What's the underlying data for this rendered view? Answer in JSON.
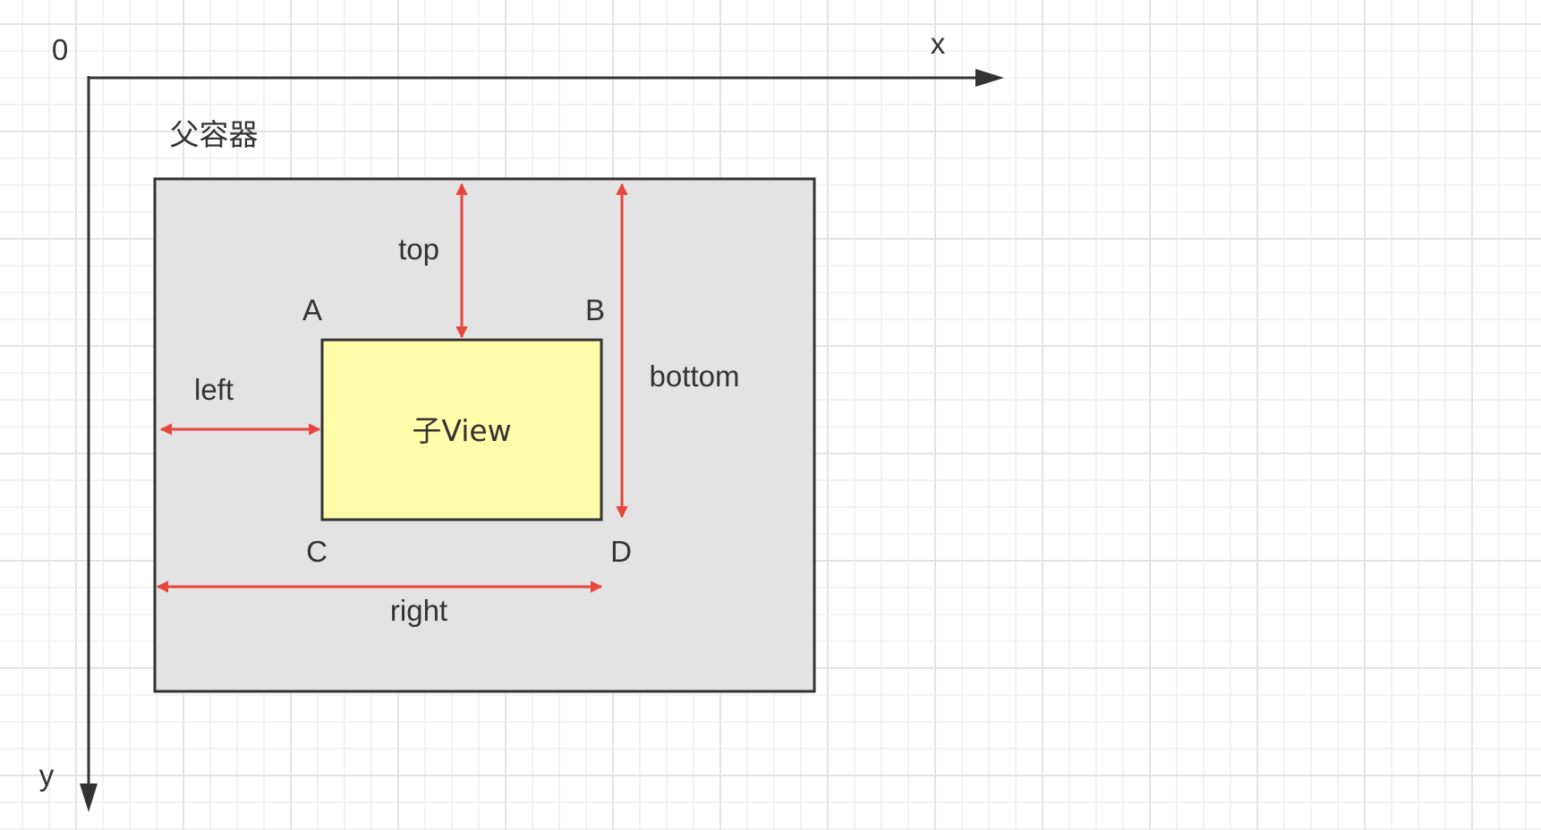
{
  "axes": {
    "origin_label": "0",
    "x_label": "x",
    "y_label": "y"
  },
  "parent": {
    "label": "父容器",
    "fill": "#e3e3e3"
  },
  "child": {
    "label": "子View",
    "fill": "#fffdaa"
  },
  "corners": {
    "a": "A",
    "b": "B",
    "c": "C",
    "d": "D"
  },
  "measures": {
    "top": "top",
    "bottom": "bottom",
    "left": "left",
    "right": "right"
  },
  "colors": {
    "arrow": "#e8453c",
    "stroke": "#333333",
    "grid": "#ececec",
    "grid_major": "#e3e3e3"
  }
}
